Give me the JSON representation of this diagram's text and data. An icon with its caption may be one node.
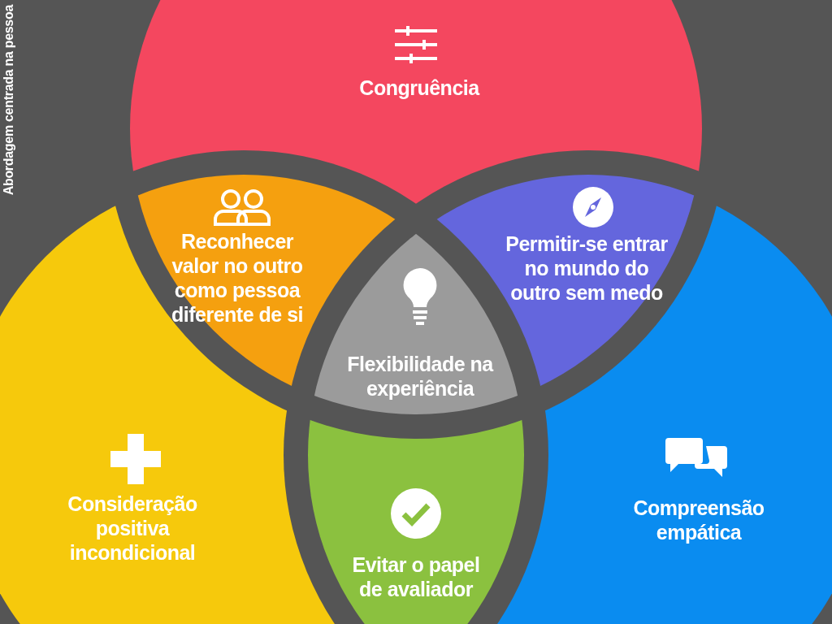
{
  "diagram": {
    "title": "Abordagem centrada na pessoa",
    "nodes": [
      {
        "text": [
          "Congruência"
        ]
      },
      {
        "text": [
          "Reconhecer valor no outro como pessoa diferente de si"
        ]
      },
      {
        "text": [
          "Permitir-se entrar no mundo do outro sem medo"
        ]
      },
      {
        "text": [
          "Flexibilidade na experiência"
        ]
      },
      {
        "text": [
          "Consideração positiva incondicional"
        ]
      },
      {
        "text": [
          "Evitar o papel de avaliador"
        ]
      },
      {
        "text": [
          "Compreensão empática"
        ]
      }
    ]
  }
}
